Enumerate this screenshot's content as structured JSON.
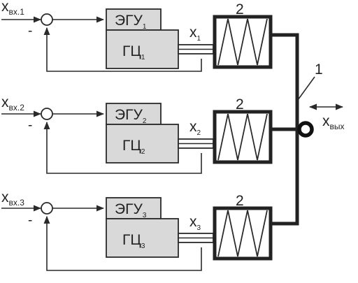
{
  "channels": [
    {
      "input_main": "x",
      "input_sub": "вх.1",
      "egu_main": "ЭГУ",
      "egu_sub": "1",
      "gc_main": "ГЦ",
      "gc_sub": "1",
      "x_main": "x",
      "x_sub": "1",
      "minus": "-",
      "num": "2"
    },
    {
      "input_main": "x",
      "input_sub": "вх.2",
      "egu_main": "ЭГУ",
      "egu_sub": "2",
      "gc_main": "ГЦ",
      "gc_sub": "2",
      "x_main": "x",
      "x_sub": "2",
      "minus": "-",
      "num": "2"
    },
    {
      "input_main": "x",
      "input_sub": "вх.3",
      "egu_main": "ЭГУ",
      "egu_sub": "3",
      "gc_main": "ГЦ",
      "gc_sub": "3",
      "x_main": "x",
      "x_sub": "3",
      "minus": "-",
      "num": "2"
    }
  ],
  "output": {
    "main": "x",
    "sub": "вых"
  },
  "label_1": "1"
}
